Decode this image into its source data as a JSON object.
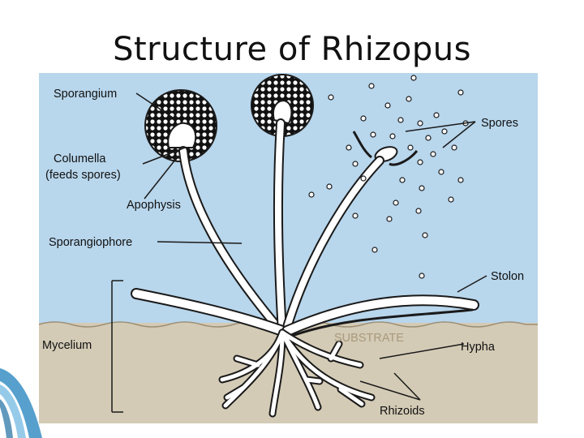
{
  "slide": {
    "title": "Structure of Rhizopus"
  },
  "diagram": {
    "labels": {
      "sporangium": "Sporangium",
      "columella_1": "Columella",
      "columella_2": "(feeds spores)",
      "apophysis": "Apophysis",
      "sporangiophore": "Sporangiophore",
      "mycelium": "Mycelium",
      "spores": "Spores",
      "stolon": "Stolon",
      "substrate": "SUBSTRATE",
      "hypha": "Hypha",
      "rhizoids": "Rhizoids"
    },
    "colors": {
      "sky": "#b8d6ec",
      "substrate": "#d4cbb6",
      "substrate_text": "#a89a7c",
      "outline": "#1a1a1a"
    }
  }
}
